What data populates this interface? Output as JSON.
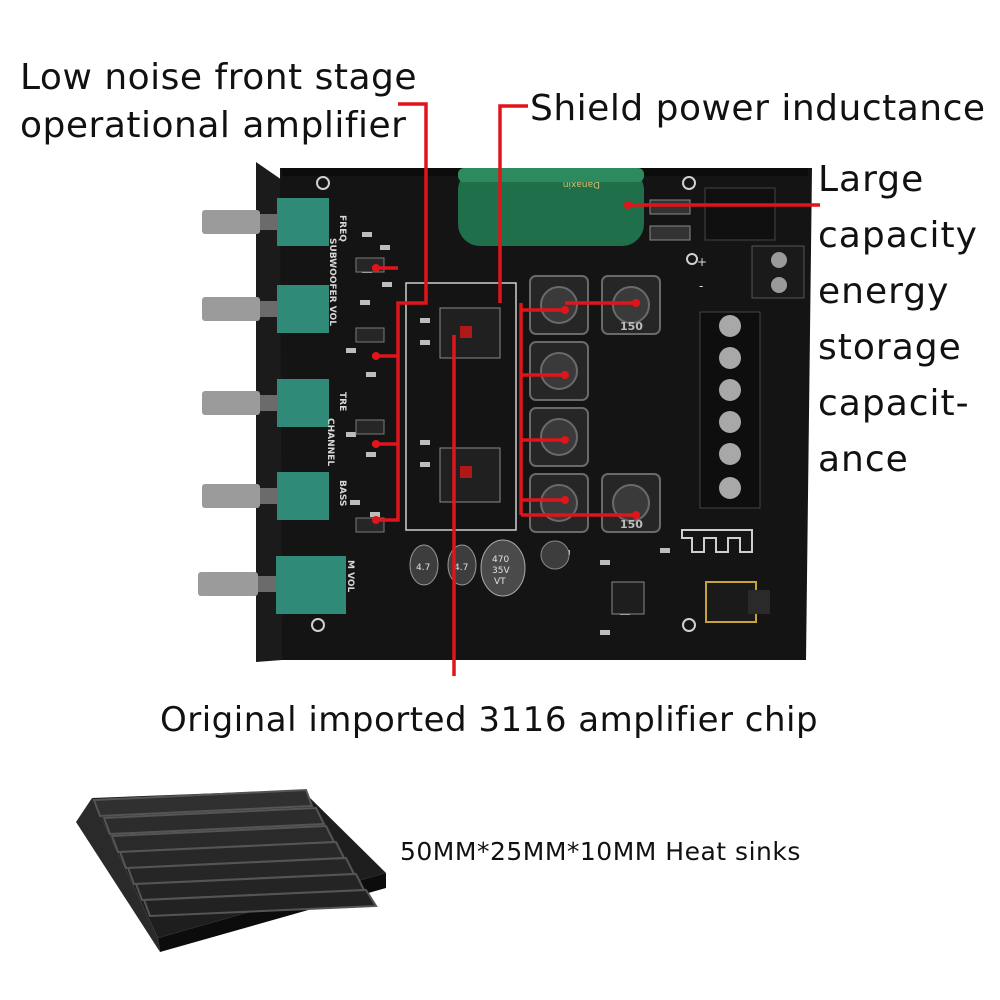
{
  "callouts": {
    "op_amp": [
      "Low noise front stage",
      "operational amplifier"
    ],
    "shield_inductance": "Shield power inductance",
    "capacitor": [
      "Large",
      "capacity",
      "energy",
      "storage",
      "capacit-",
      "ance"
    ],
    "amplifier_chip": "Original imported 3116 amplifier chip",
    "heat_sink": "50MM*25MM*10MM Heat sinks"
  },
  "board_markings": {
    "knob_labels": [
      "FREQ",
      "SUBWOOFER VOL",
      "TRE",
      "CHANNEL",
      "BASS",
      "M VOL"
    ],
    "inductor_code": "150",
    "big_cap": [
      "470",
      "35V",
      "VT"
    ],
    "small_caps": [
      "4.7",
      "4.7"
    ],
    "terminal_marks": [
      "+",
      "-"
    ]
  },
  "colors": {
    "callout_line": "#e0141b",
    "pcb": "#141414",
    "capacitor": "#1f6f4a",
    "potentiometer": "#2f8a78"
  }
}
